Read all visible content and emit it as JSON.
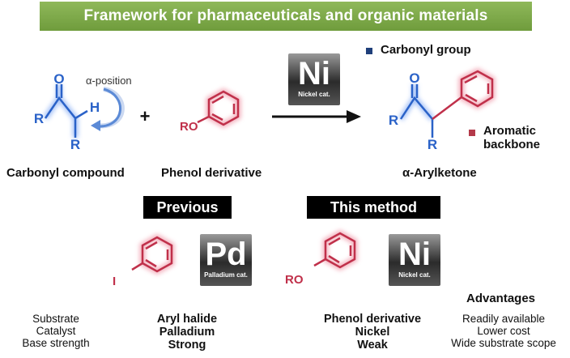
{
  "banner": {
    "title": "Framework for pharmaceuticals and organic materials"
  },
  "scheme": {
    "alpha_label": "α-position",
    "plus": "+",
    "reactant1": {
      "label": "Carbonyl compound",
      "O": "O",
      "H": "H",
      "R_left": "R",
      "R_bottom": "R"
    },
    "reactant2": {
      "label": "Phenol derivative",
      "RO": "RO"
    },
    "catalyst_tile": {
      "symbol": "Ni",
      "caption": "Nickel cat."
    },
    "product": {
      "label": "α-Arylketone",
      "O": "O",
      "R_left": "R",
      "R_bottom": "R"
    },
    "legend": [
      {
        "text": "Carbonyl group",
        "color": "#1f3f7a"
      },
      {
        "text": "Aromatic backbone",
        "color": "#b43a4a"
      }
    ]
  },
  "comparison": {
    "previous": {
      "title": "Previous",
      "substituent": "I",
      "tile": {
        "symbol": "Pd",
        "caption": "Palladium cat."
      },
      "values": [
        "Aryl halide",
        "Palladium",
        "Strong"
      ]
    },
    "this_method": {
      "title": "This method",
      "substituent": "RO",
      "tile": {
        "symbol": "Ni",
        "caption": "Nickel cat."
      },
      "values": [
        "Phenol derivative",
        "Nickel",
        "Weak"
      ]
    },
    "row_labels": [
      "Substrate",
      "Catalyst",
      "Base strength"
    ],
    "advantages": {
      "title": "Advantages",
      "items": [
        "Readily available",
        "Lower cost",
        "Wide substrate scope"
      ]
    }
  },
  "colors": {
    "blue": "#2a62c8",
    "red": "#c0304a",
    "banner": "#7aa746"
  }
}
